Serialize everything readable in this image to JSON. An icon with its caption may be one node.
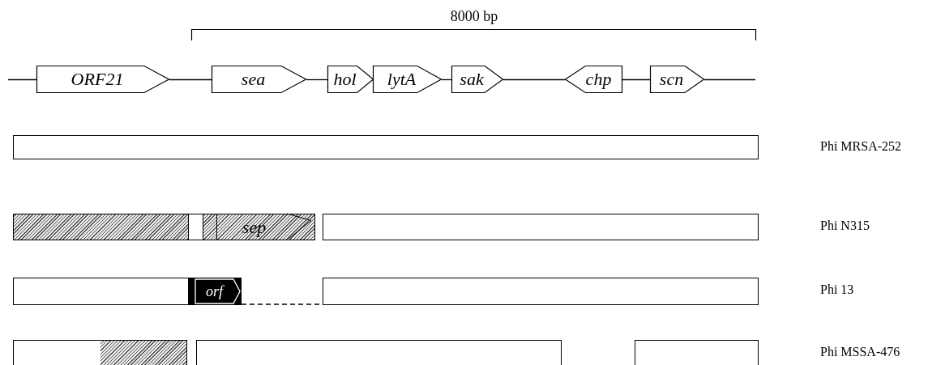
{
  "diagram": {
    "nodes": [
      {
        "text": [
          "ORF21"
        ]
      },
      {
        "text": [
          "sea"
        ]
      },
      {
        "text": [
          "hol"
        ]
      },
      {
        "text": [
          "lytA"
        ]
      },
      {
        "text": [
          "sak"
        ]
      },
      {
        "text": [
          "chp"
        ]
      },
      {
        "text": [
          "scn"
        ]
      },
      {
        "text": [],
        "shape": "bar"
      },
      {
        "text": [],
        "shape": "bar"
      },
      {
        "text": [
          "sep"
        ],
        "in": 8
      },
      {
        "text": [],
        "shape": "bar"
      },
      {
        "text": [],
        "shape": "bar"
      },
      {
        "text": [
          "orf"
        ]
      },
      {
        "text": [],
        "shape": "bar"
      },
      {
        "text": [],
        "shape": "bar"
      },
      {
        "text": [],
        "shape": "bar"
      },
      {
        "text": [],
        "shape": "bar"
      }
    ],
    "edges": [
      {
        "from": null,
        "to": 0,
        "arrow": "none"
      },
      {
        "from": 0,
        "to": 1,
        "arrow": "none"
      },
      {
        "from": 1,
        "to": 2,
        "arrow": "none"
      },
      {
        "from": 3,
        "to": 4,
        "arrow": "none"
      },
      {
        "from": 4,
        "to": 5,
        "arrow": "none"
      },
      {
        "from": 5,
        "to": 6,
        "arrow": "none"
      },
      {
        "from": 6,
        "to": null,
        "arrow": "none"
      },
      {
        "from": 12,
        "to": 13,
        "arrow": "none",
        "style": "dashed"
      }
    ],
    "labels": [
      "8000 bp",
      "Phi MRSA-252",
      "Phi N315",
      "Phi 13",
      "Phi MSSA-476"
    ]
  }
}
